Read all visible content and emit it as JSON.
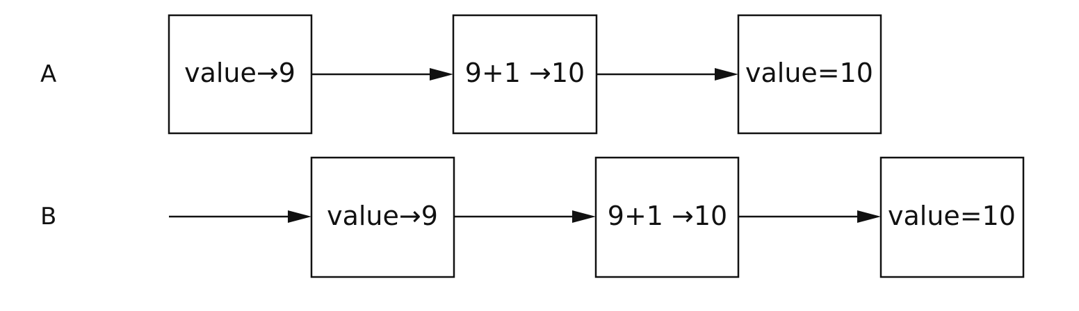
{
  "rows": [
    {
      "label": "A",
      "boxes": [
        "value→9",
        "9+1 →10",
        "value=10"
      ]
    },
    {
      "label": "B",
      "boxes": [
        "value→9",
        "9+1 →10",
        "value=10"
      ]
    }
  ],
  "colors": {
    "ink": "#111111",
    "background": "#ffffff"
  }
}
